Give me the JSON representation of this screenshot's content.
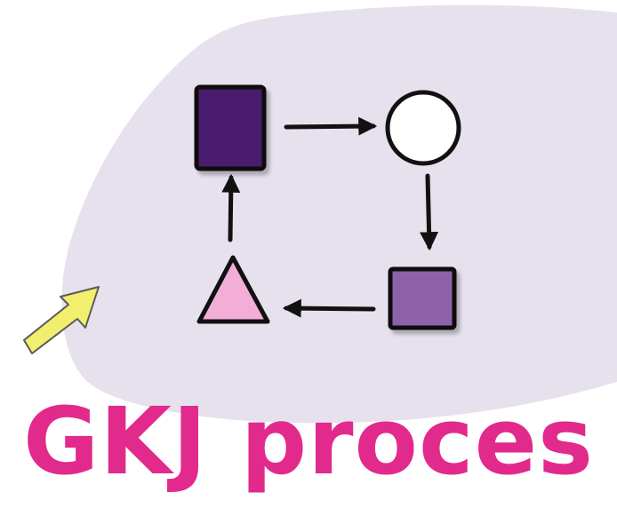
{
  "title": "GKJ proces",
  "colors": {
    "background_blob": "#e7e1ee",
    "dark_purple": "#4a1a6e",
    "medium_purple": "#8d62a8",
    "pink": "#f3aed8",
    "white": "#ffffff",
    "outline": "#111111",
    "title": "#e12a8c",
    "cursor": "#f2ee6e"
  },
  "nodes": [
    {
      "id": "square-dark",
      "shape": "square",
      "fill": "dark_purple"
    },
    {
      "id": "circle-white",
      "shape": "circle",
      "fill": "white"
    },
    {
      "id": "square-medium",
      "shape": "square",
      "fill": "medium_purple"
    },
    {
      "id": "triangle-pink",
      "shape": "triangle",
      "fill": "pink"
    }
  ],
  "edges": [
    {
      "from": "square-dark",
      "to": "circle-white"
    },
    {
      "from": "circle-white",
      "to": "square-medium"
    },
    {
      "from": "square-medium",
      "to": "triangle-pink"
    },
    {
      "from": "triangle-pink",
      "to": "square-dark"
    }
  ],
  "icons": [
    "cursor-arrow-icon"
  ]
}
